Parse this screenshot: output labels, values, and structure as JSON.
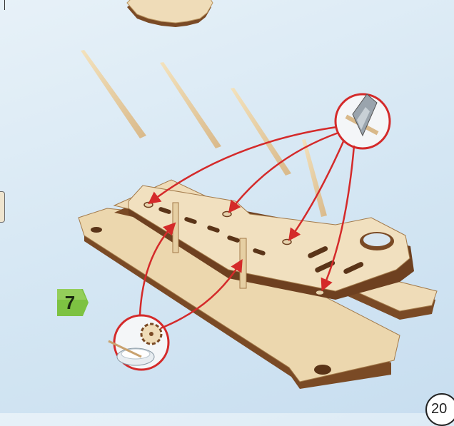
{
  "instruction": {
    "step_number": "7",
    "page_number": "20"
  },
  "colors": {
    "background": "#d8e8f4",
    "plywood_face": "#efdcb8",
    "plywood_edge": "#7a4a25",
    "arrow_red": "#d42a2a",
    "step_badge_green": "#7dc242"
  },
  "icons": [
    "gear-part",
    "wooden-pins",
    "craft-knife-detail",
    "glue-bowl-detail",
    "assembly-base"
  ]
}
